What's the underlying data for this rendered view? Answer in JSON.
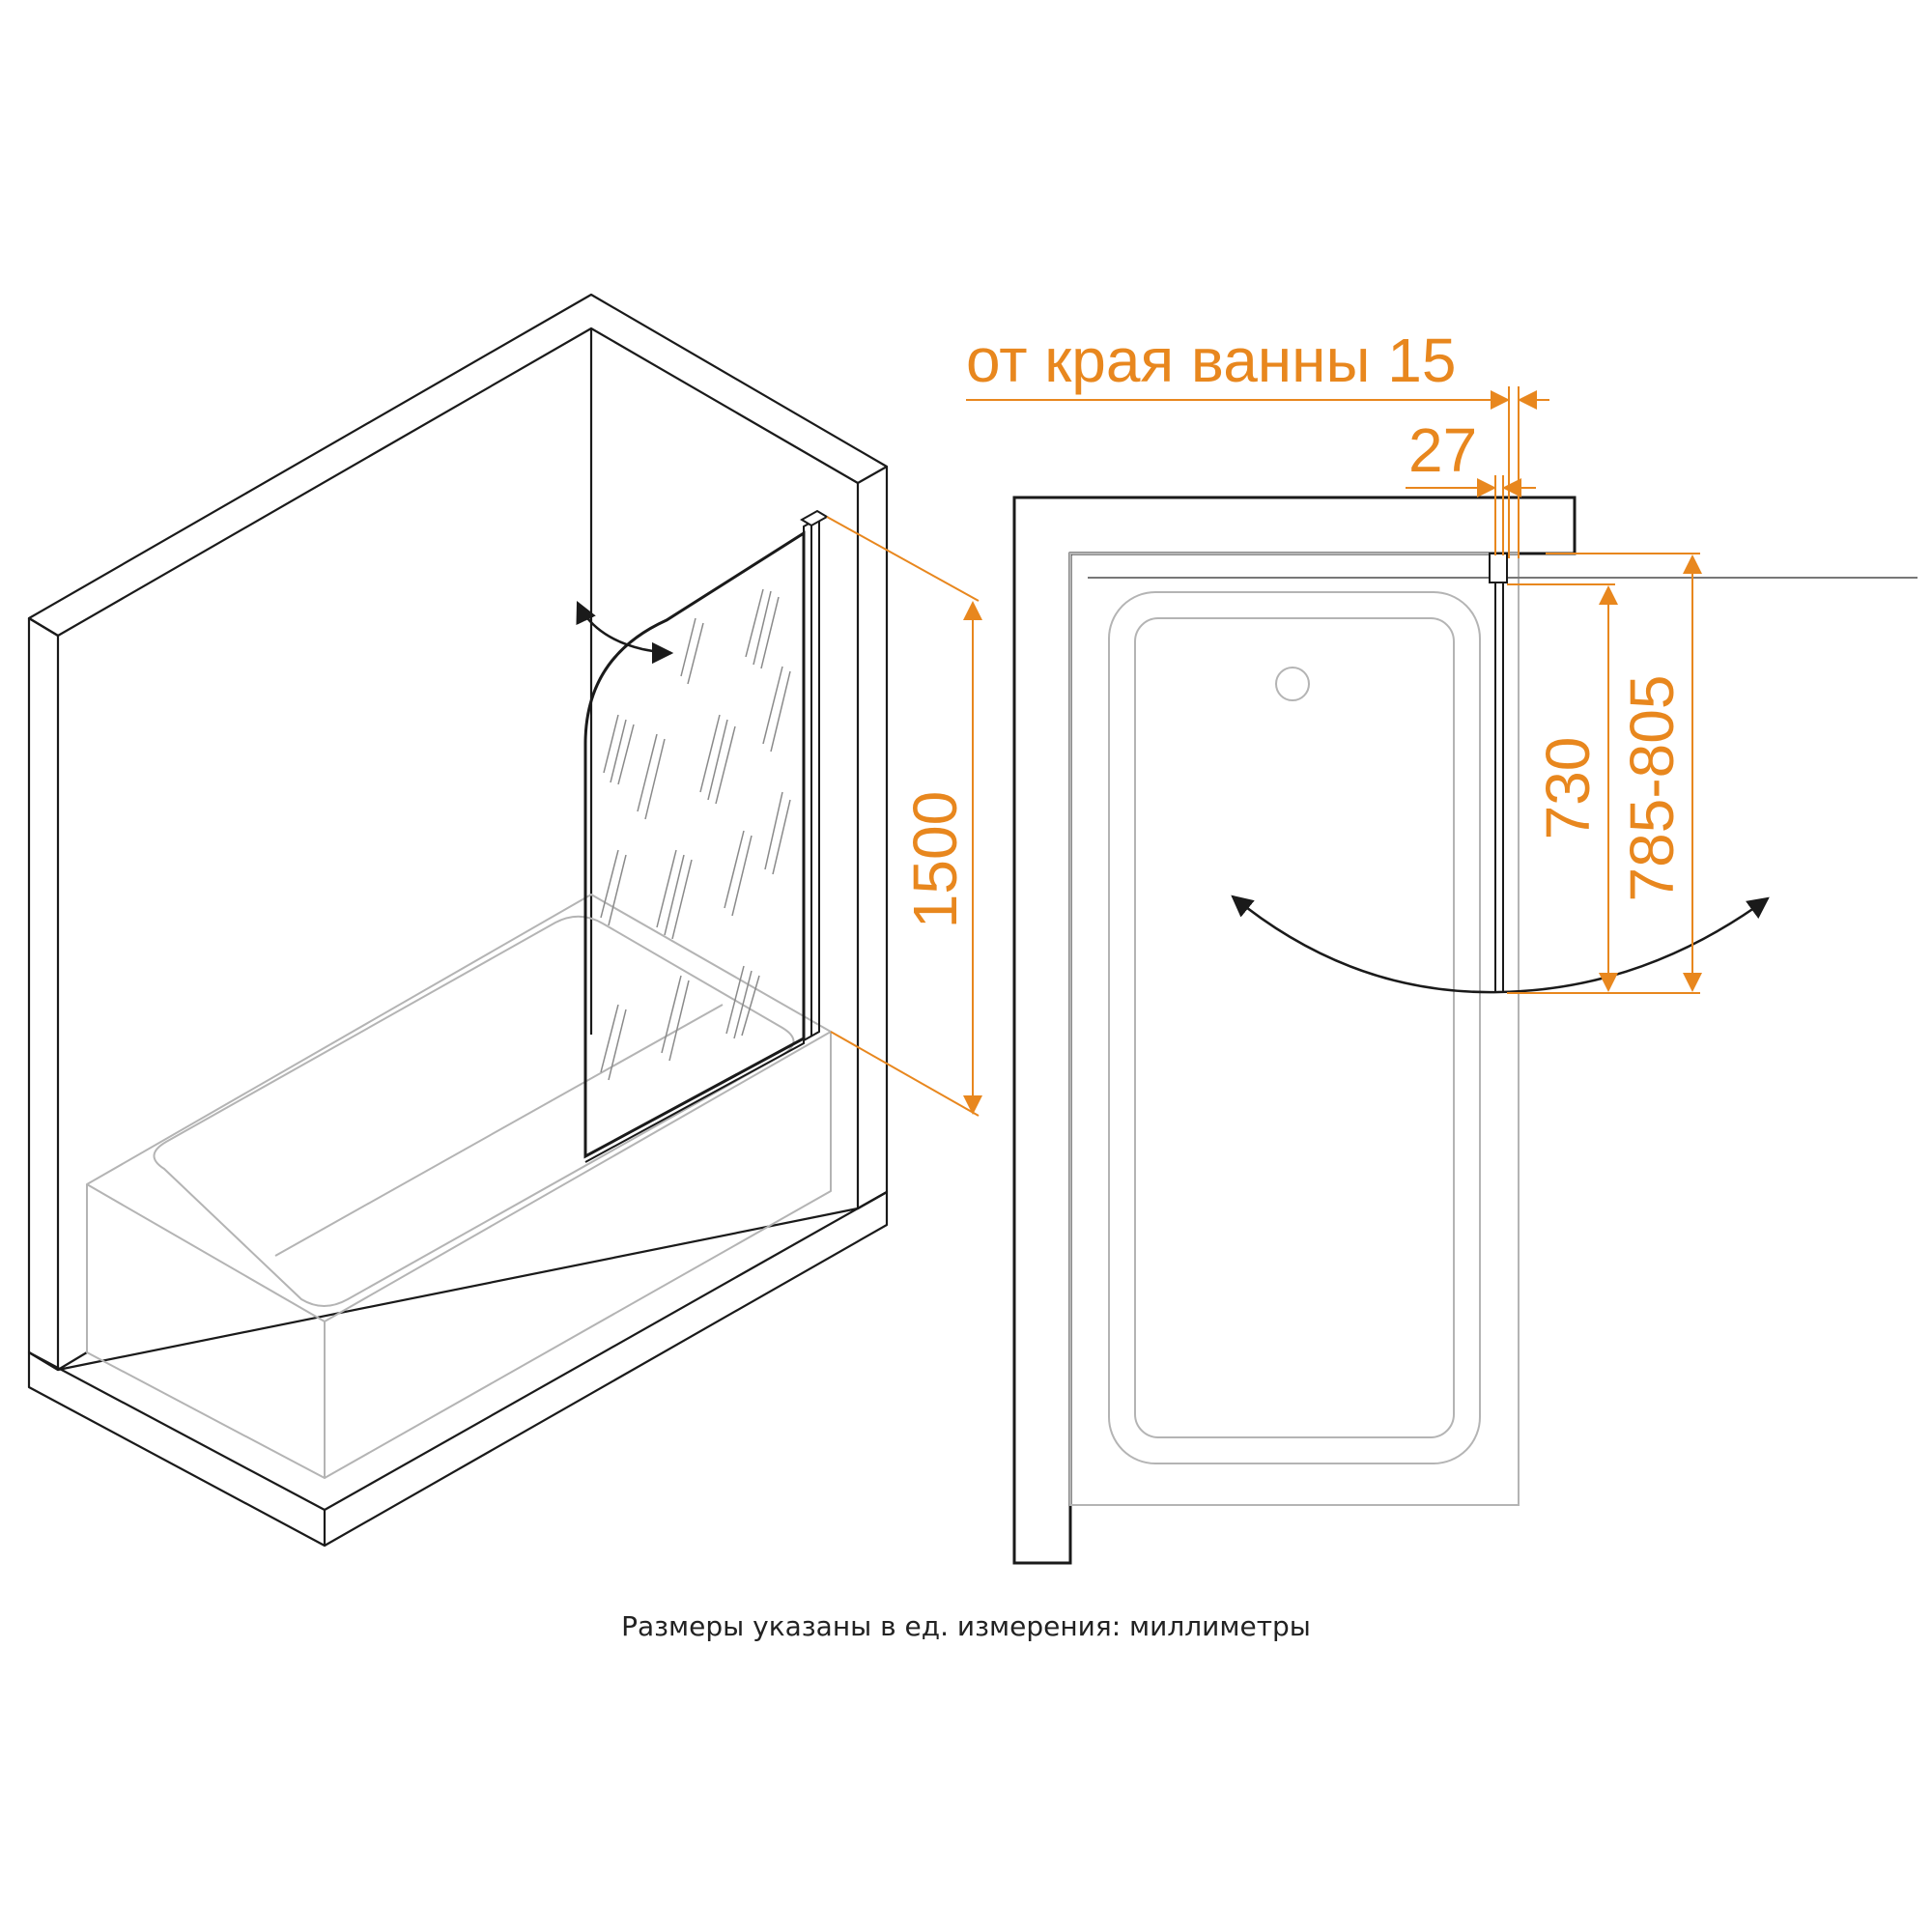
{
  "colors": {
    "dimension": "#E8871E",
    "wall": "#1a1a1a",
    "bath": "#b4b4b4",
    "background": "#ffffff"
  },
  "labels": {
    "edge_offset": "от края ванны 15",
    "profile_width": "27",
    "height": "1500",
    "glass_width": "730",
    "width_range": "785-805"
  },
  "caption": "Размеры указаны в ед. измерения: миллиметры"
}
